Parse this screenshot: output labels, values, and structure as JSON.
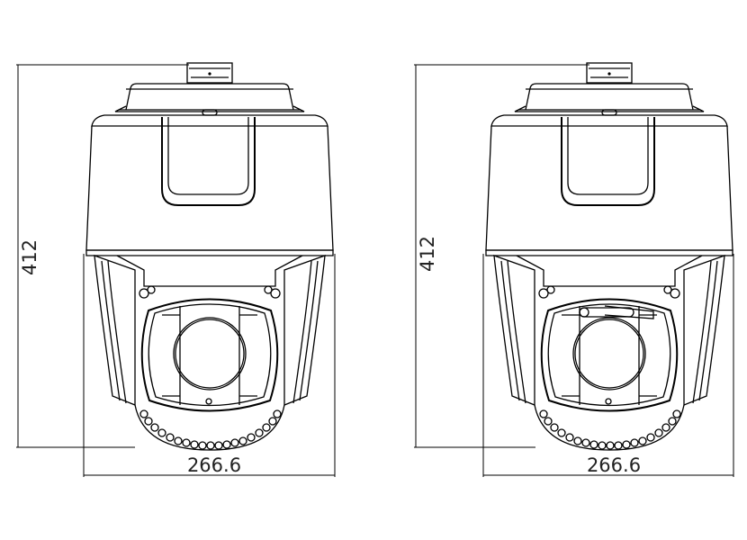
{
  "views": [
    {
      "name": "front-view",
      "height_label": "412",
      "width_label": "266.6",
      "wiper": false
    },
    {
      "name": "front-view-with-wiper",
      "height_label": "412",
      "width_label": "266.6",
      "wiper": true
    }
  ],
  "colors": {
    "line": "#000000",
    "background": "#ffffff"
  }
}
